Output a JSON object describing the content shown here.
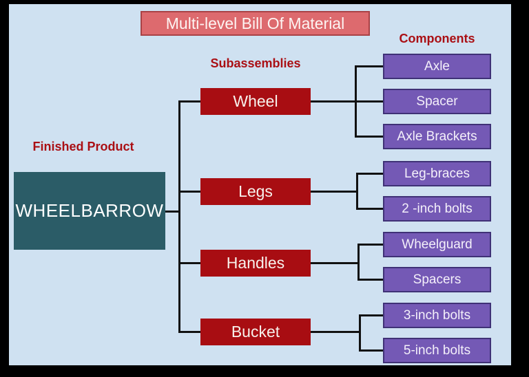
{
  "title": "Multi-level Bill Of Material",
  "headings": {
    "finished_product": "Finished Product",
    "subassemblies": "Subassemblies",
    "components": "Components"
  },
  "finished_product": "WHEELBARROW",
  "subassemblies": [
    {
      "label": "Wheel"
    },
    {
      "label": "Legs"
    },
    {
      "label": "Handles"
    },
    {
      "label": "Bucket"
    }
  ],
  "components": [
    {
      "label": "Axle",
      "parent": "Wheel"
    },
    {
      "label": "Spacer",
      "parent": "Wheel"
    },
    {
      "label": "Axle Brackets",
      "parent": "Wheel"
    },
    {
      "label": "Leg-braces",
      "parent": "Legs"
    },
    {
      "label": "2 -inch bolts",
      "parent": "Legs"
    },
    {
      "label": "Wheelguard",
      "parent": "Handles"
    },
    {
      "label": "Spacers",
      "parent": "Handles"
    },
    {
      "label": "3-inch bolts",
      "parent": "Bucket"
    },
    {
      "label": "5-inch bolts",
      "parent": "Bucket"
    }
  ],
  "colors": {
    "background": "#cfe1f1",
    "frame": "#000000",
    "title_fill": "#dd6a6e",
    "title_border": "#a94145",
    "heading_text": "#aa0f14",
    "subassembly_fill": "#a80d12",
    "product_fill": "#2b5c67",
    "component_fill": "#7459b5",
    "component_border": "#3f3176",
    "box_text": "#ffffff",
    "line": "#111111"
  }
}
